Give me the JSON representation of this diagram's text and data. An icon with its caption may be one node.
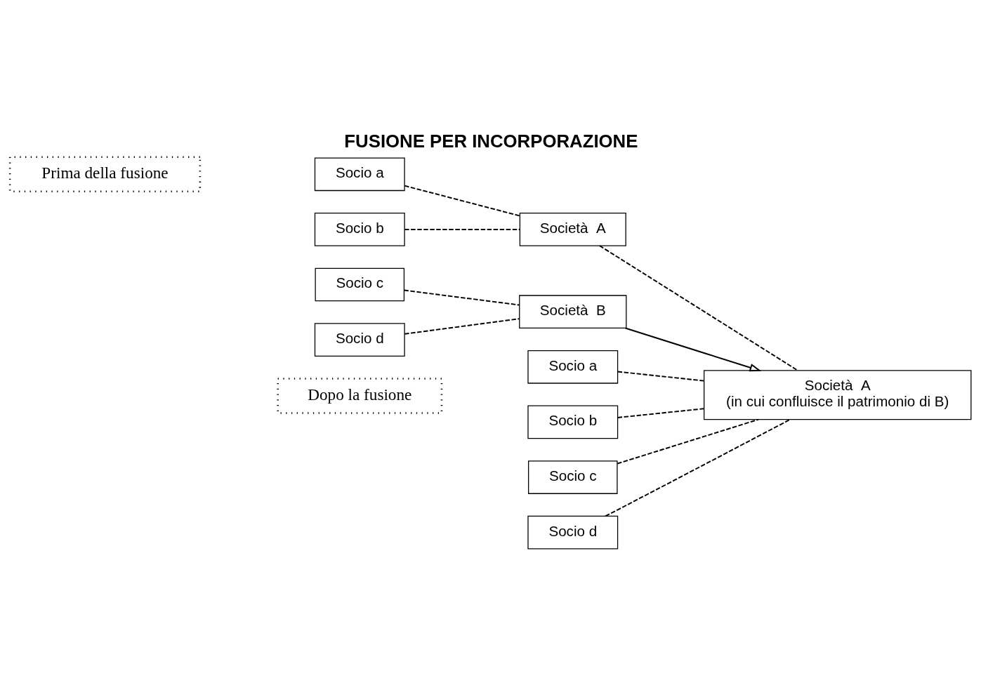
{
  "diagram": {
    "title": "FUSIONE PER INCORPORAZIONE",
    "nodes": [
      {
        "text": [
          "Prima della fusione"
        ]
      },
      {
        "text": [
          "Socio a"
        ]
      },
      {
        "text": [
          "Socio b"
        ]
      },
      {
        "text": [
          "Società  A"
        ]
      },
      {
        "text": [
          "Socio c"
        ]
      },
      {
        "text": [
          "Socio d"
        ]
      },
      {
        "text": [
          "Società  B"
        ]
      },
      {
        "text": [
          "Dopo la fusione"
        ]
      },
      {
        "text": [
          "Socio a"
        ]
      },
      {
        "text": [
          "Socio b"
        ]
      },
      {
        "text": [
          "Socio c"
        ]
      },
      {
        "text": [
          "Socio d"
        ]
      },
      {
        "text": [
          "Società  A",
          "(in cui confluisce il patrimonio di B)"
        ]
      }
    ],
    "edges": [
      {
        "from": 1,
        "to": 3,
        "arrow": "none",
        "style": "dashed"
      },
      {
        "from": 2,
        "to": 3,
        "arrow": "none",
        "style": "dashed"
      },
      {
        "from": 4,
        "to": 6,
        "arrow": "none",
        "style": "dashed"
      },
      {
        "from": 5,
        "to": 6,
        "arrow": "none",
        "style": "dashed"
      },
      {
        "from": 3,
        "to": 12,
        "arrow": "none",
        "style": "dashed"
      },
      {
        "from": 6,
        "to": 12,
        "arrow": "to"
      },
      {
        "from": 8,
        "to": 12,
        "arrow": "none",
        "style": "dashed"
      },
      {
        "from": 9,
        "to": 12,
        "arrow": "none",
        "style": "dashed"
      },
      {
        "from": 10,
        "to": 12,
        "arrow": "none",
        "style": "dashed"
      },
      {
        "from": 11,
        "to": 12,
        "arrow": "none",
        "style": "dashed"
      }
    ]
  }
}
